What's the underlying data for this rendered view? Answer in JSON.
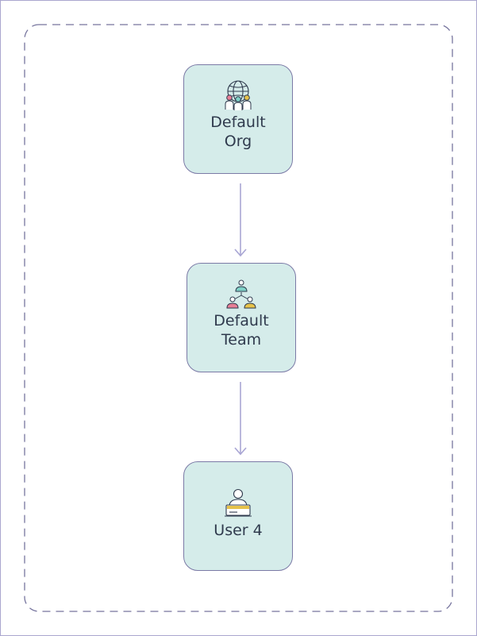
{
  "diagram": {
    "nodes": [
      {
        "id": "org",
        "label": "Default\nOrg",
        "icon": "globe-people-icon"
      },
      {
        "id": "team",
        "label": "Default\nTeam",
        "icon": "team-hierarchy-icon"
      },
      {
        "id": "user",
        "label": "User 4",
        "icon": "user-laptop-icon"
      }
    ],
    "edges": [
      {
        "from": "org",
        "to": "team"
      },
      {
        "from": "team",
        "to": "user"
      }
    ],
    "colors": {
      "node_fill": "#d5ecea",
      "node_border": "#7b7aa6",
      "arrow": "#a9a6d4",
      "group_border": "#77759e",
      "text": "#2f3a4d",
      "accent_pink": "#e67f96",
      "accent_teal": "#7fd0c6",
      "accent_yellow": "#e6c24a"
    }
  }
}
